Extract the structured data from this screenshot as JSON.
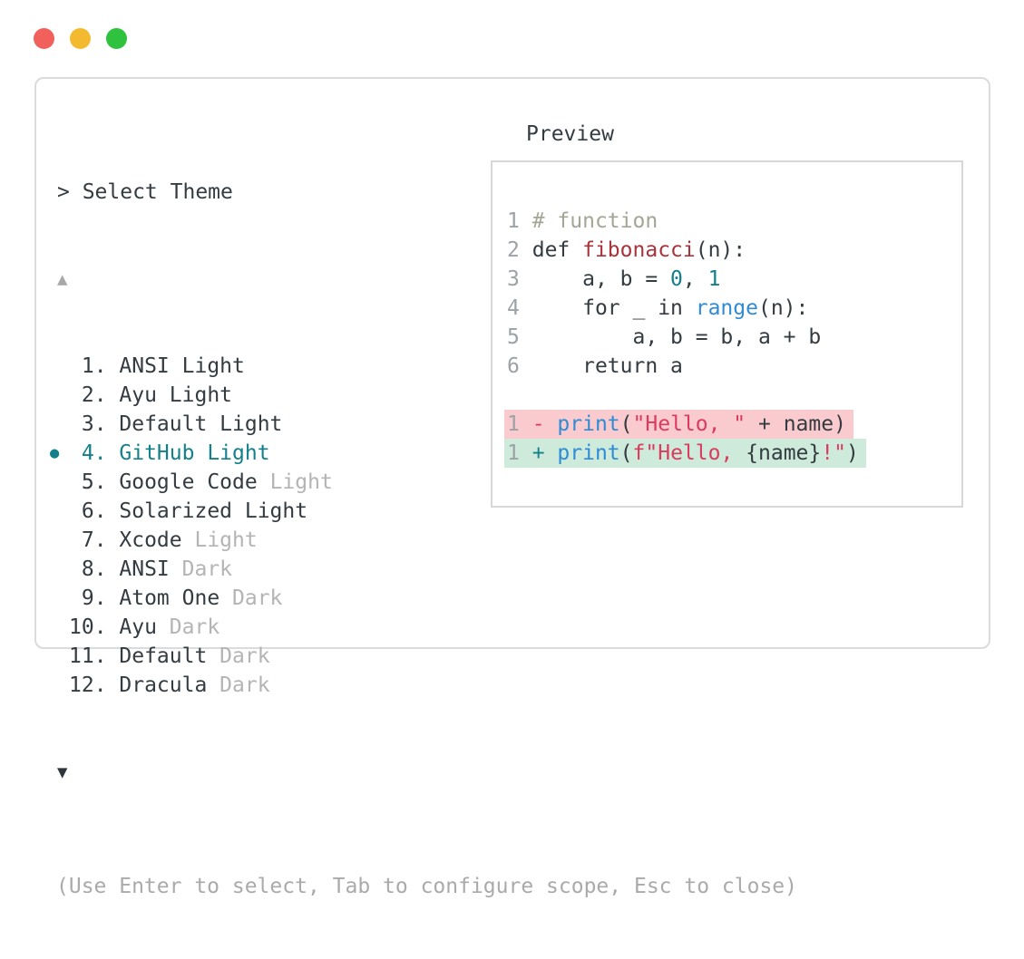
{
  "colors": {
    "accent-teal": "#13808B",
    "syntax-func-red": "#A8333A",
    "syntax-string-crimson": "#DC3A5E",
    "syntax-builtin-blue": "#2F8BD4",
    "syntax-comment-olive": "#A2A795",
    "syntax-number-teal": "#13808B",
    "diff-removed-bg": "#F9CBCE",
    "diff-added-bg": "#CDEADA",
    "traffic-red": "#F2605B",
    "traffic-yellow": "#F4BA2F",
    "traffic-green": "#2FC23E",
    "text-dark": "#343B41",
    "text-muted": "#B4B4B4",
    "text-footer": "#AAAAAA",
    "line-number-gray": "#9DA2A6",
    "border-gray": "#DADBDC",
    "scroll-up-gray": "#A8A8A8"
  },
  "picker": {
    "prompt": "> Select Theme",
    "scroll_up": "▲",
    "scroll_down": "▼",
    "selected_bullet": "●",
    "selected_item": "GitHub Light",
    "items": [
      {
        "prefix": " 1. ",
        "name": "ANSI Light",
        "muted": "",
        "selected": false
      },
      {
        "prefix": " 2. ",
        "name": "Ayu Light",
        "muted": "",
        "selected": false
      },
      {
        "prefix": " 3. ",
        "name": "Default Light",
        "muted": "",
        "selected": false
      },
      {
        "prefix": " 4. ",
        "name": "GitHub Light",
        "muted": "",
        "selected": true
      },
      {
        "prefix": " 5. ",
        "name": "Google Code",
        "muted": " Light",
        "selected": false
      },
      {
        "prefix": " 6. ",
        "name": "Solarized Light",
        "muted": "",
        "selected": false
      },
      {
        "prefix": " 7. ",
        "name": "Xcode",
        "muted": " Light",
        "selected": false
      },
      {
        "prefix": " 8. ",
        "name": "ANSI",
        "muted": " Dark",
        "selected": false
      },
      {
        "prefix": " 9. ",
        "name": "Atom One",
        "muted": " Dark",
        "selected": false
      },
      {
        "prefix": "10. ",
        "name": "Ayu",
        "muted": " Dark",
        "selected": false
      },
      {
        "prefix": "11. ",
        "name": "Default",
        "muted": " Dark",
        "selected": false
      },
      {
        "prefix": "12. ",
        "name": "Dracula",
        "muted": " Dark",
        "selected": false
      }
    ],
    "footer": "(Use Enter to select, Tab to configure scope, Esc to close)"
  },
  "preview": {
    "label": "Preview",
    "lines": [
      {
        "num": "1",
        "diff": "",
        "tokens": [
          {
            "t": "# function",
            "c": "comment"
          }
        ]
      },
      {
        "num": "2",
        "diff": "",
        "tokens": [
          {
            "t": "def ",
            "c": "text"
          },
          {
            "t": "fibonacci",
            "c": "func"
          },
          {
            "t": "(n):",
            "c": "text"
          }
        ]
      },
      {
        "num": "3",
        "diff": "",
        "tokens": [
          {
            "t": "    a, b = ",
            "c": "text"
          },
          {
            "t": "0",
            "c": "num"
          },
          {
            "t": ", ",
            "c": "text"
          },
          {
            "t": "1",
            "c": "num"
          }
        ]
      },
      {
        "num": "4",
        "diff": "",
        "tokens": [
          {
            "t": "    for _ in ",
            "c": "text"
          },
          {
            "t": "range",
            "c": "builtin"
          },
          {
            "t": "(n):",
            "c": "text"
          }
        ]
      },
      {
        "num": "5",
        "diff": "",
        "tokens": [
          {
            "t": "        a, b = b, a + b",
            "c": "text"
          }
        ]
      },
      {
        "num": "6",
        "diff": "",
        "tokens": [
          {
            "t": "    return a",
            "c": "text"
          }
        ]
      },
      {
        "num": "",
        "diff": "",
        "tokens": []
      },
      {
        "num": "1",
        "diff": "removed",
        "tokens": [
          {
            "t": "- ",
            "c": "sign_removed"
          },
          {
            "t": "print",
            "c": "builtin"
          },
          {
            "t": "(",
            "c": "text"
          },
          {
            "t": "\"Hello, \"",
            "c": "string"
          },
          {
            "t": " + name)",
            "c": "text"
          }
        ]
      },
      {
        "num": "1",
        "diff": "added",
        "tokens": [
          {
            "t": "+ ",
            "c": "sign_added"
          },
          {
            "t": "print",
            "c": "builtin"
          },
          {
            "t": "(",
            "c": "text"
          },
          {
            "t": "f\"Hello, ",
            "c": "string"
          },
          {
            "t": "{name}",
            "c": "text"
          },
          {
            "t": "!\"",
            "c": "string"
          },
          {
            "t": ")",
            "c": "text"
          }
        ]
      }
    ]
  }
}
